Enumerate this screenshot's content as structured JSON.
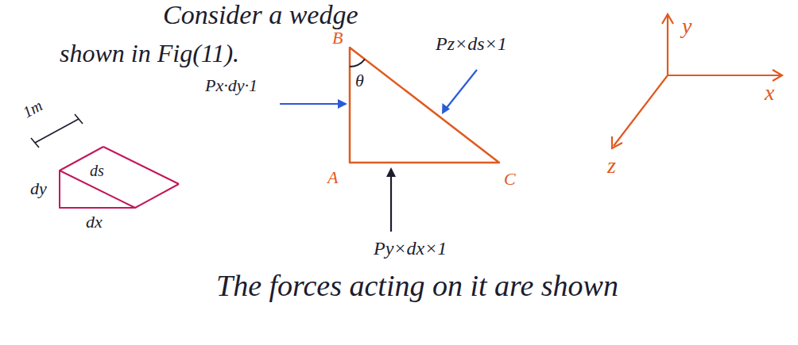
{
  "diagram": {
    "labels": [
      "Consider a wedge",
      "shown in Fig(11).",
      "B",
      "θ",
      "Px·dy·1",
      "Pz×ds×1",
      "A",
      "C",
      "Py×dx×1",
      "y",
      "x",
      "z",
      "1m",
      "dy",
      "ds",
      "dx",
      "The forces acting on it are shown"
    ]
  }
}
